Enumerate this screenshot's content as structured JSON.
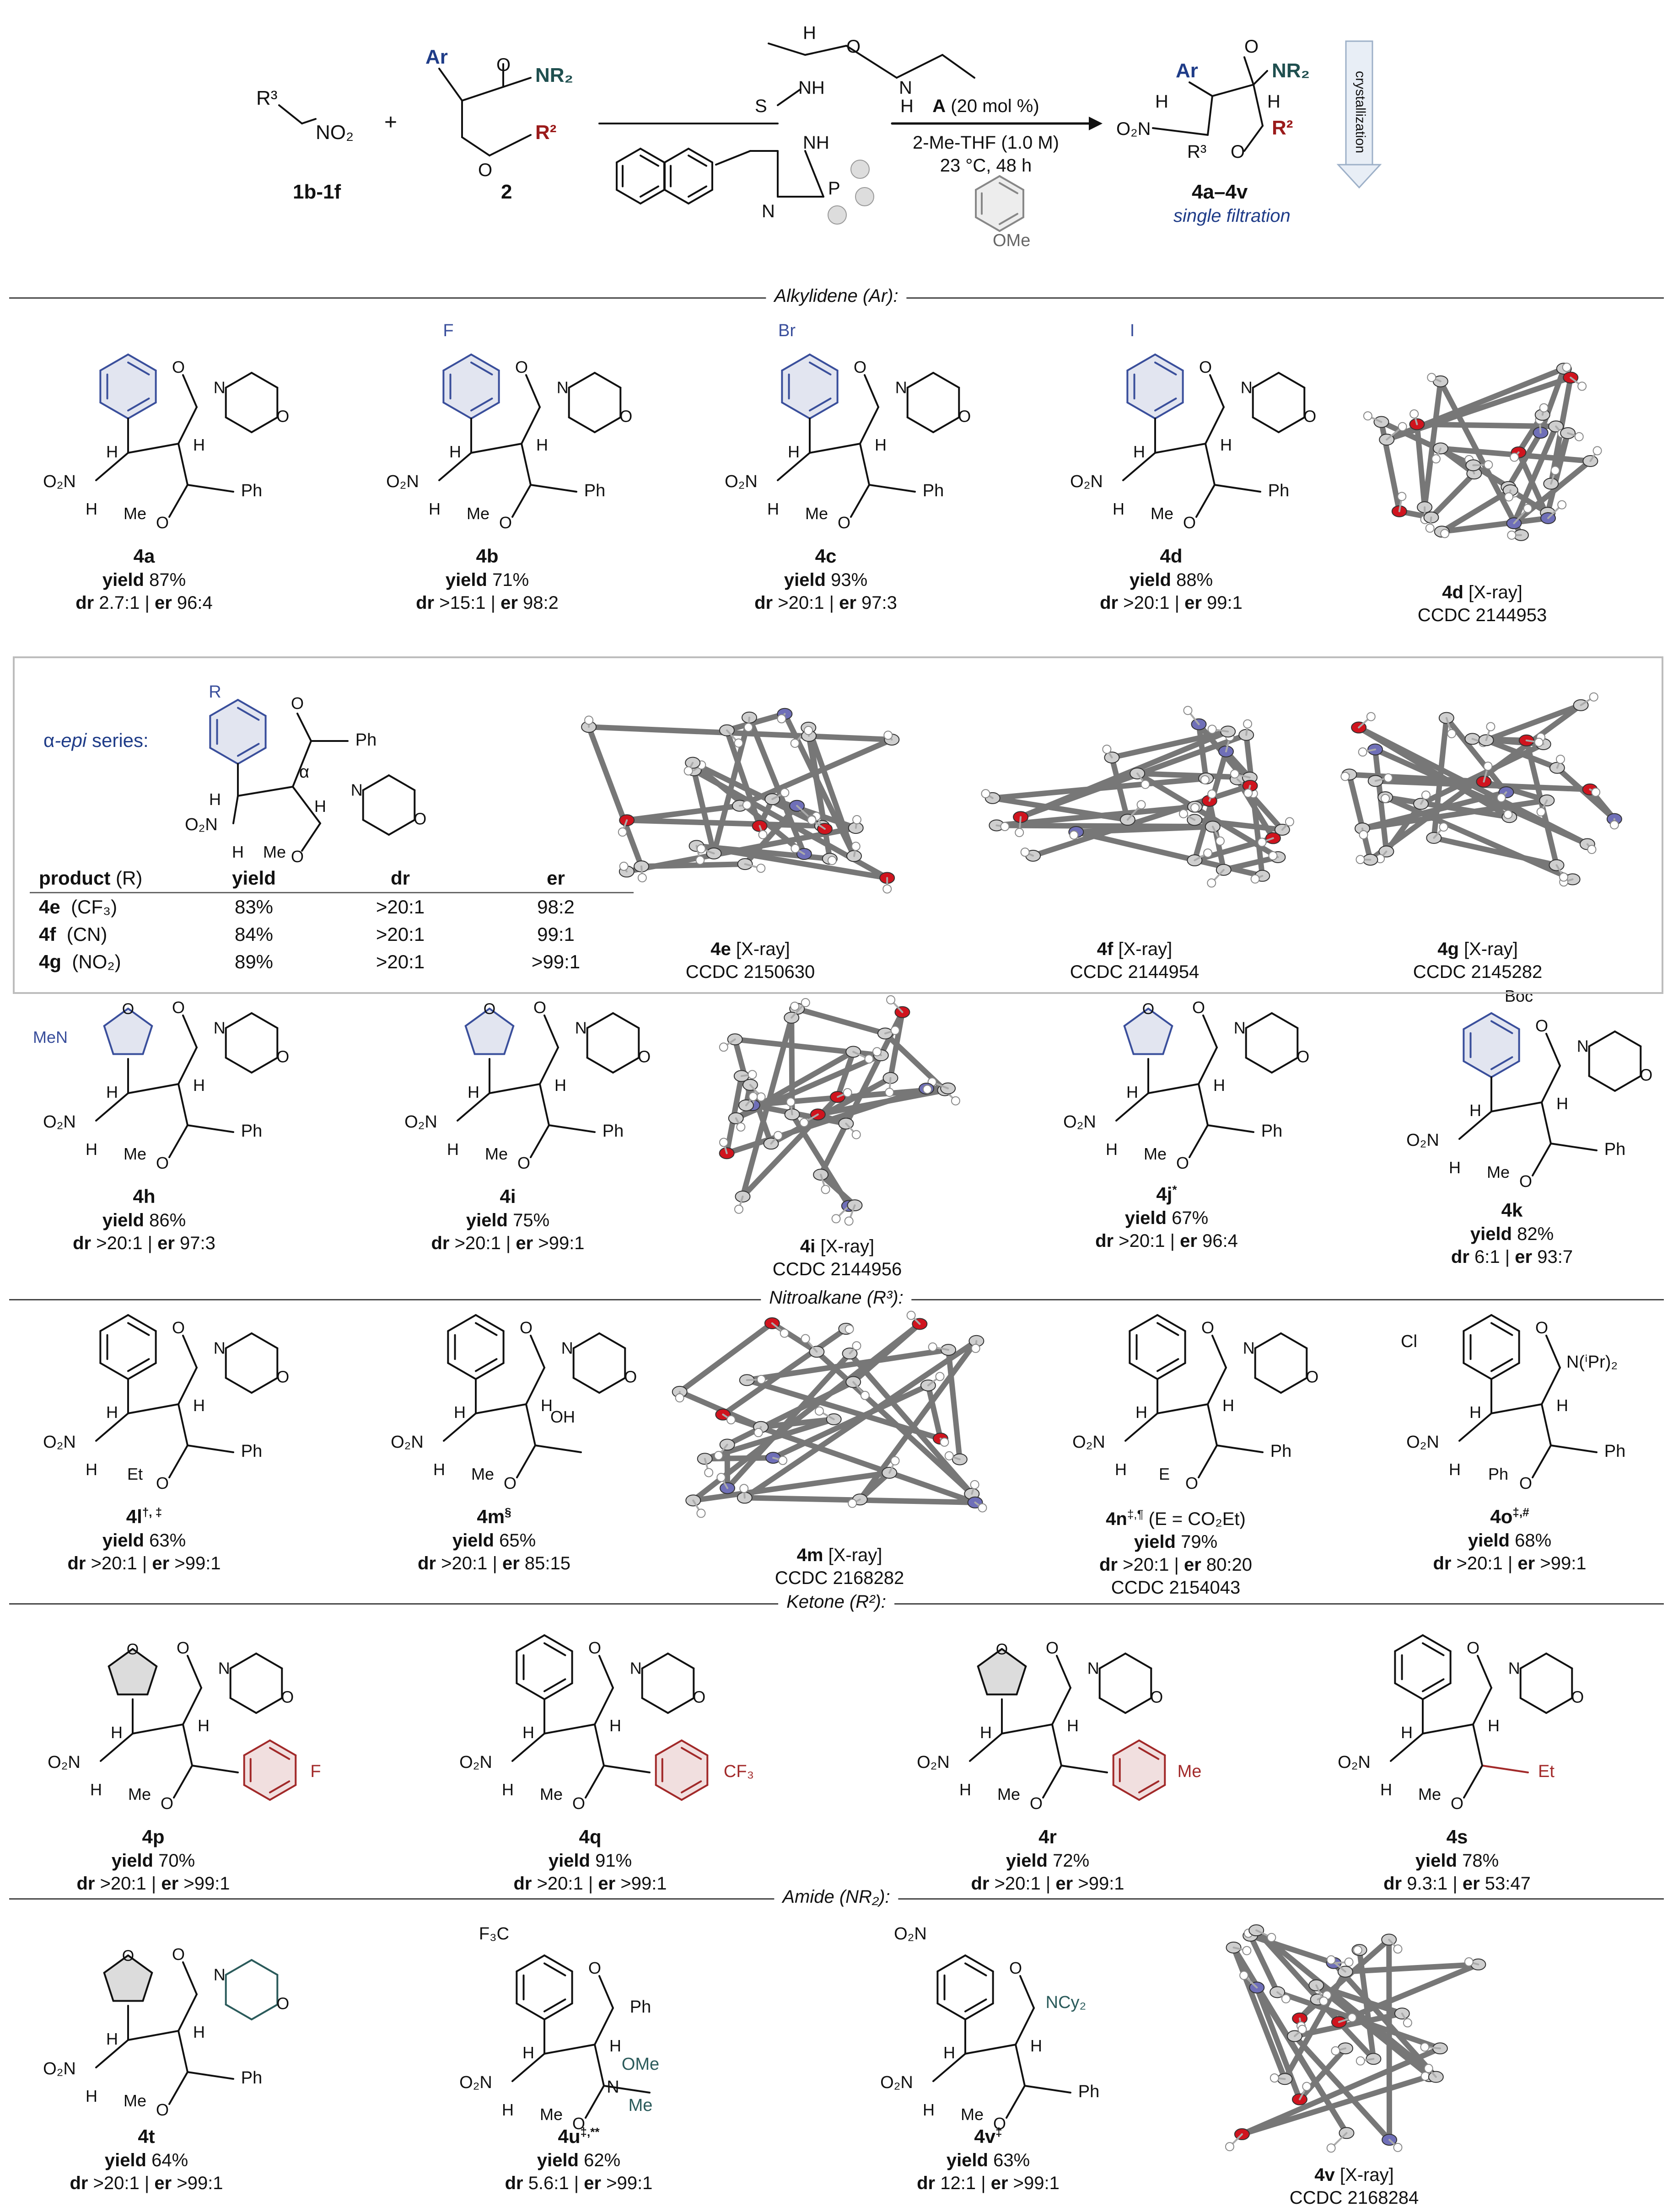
{
  "header": {
    "reagent1": {
      "line1": "R³",
      "line2": "NO₂",
      "code": "1b-1f"
    },
    "plus": "+",
    "reagent2": {
      "ar": "Ar",
      "nr2": "NR₂",
      "r2": "R²",
      "code": "2"
    },
    "catalyst_atoms": {
      "S": "S",
      "NH1": "NH",
      "NH2": "NH",
      "H": "H",
      "N": "N",
      "P": "P",
      "N2": "N",
      "H2": "H",
      "O": "O",
      "ome": "OMe"
    },
    "conditions": {
      "cat_bold": "A",
      "cat_rest": " (20 mol %)",
      "solvent": "2-Me-THF (1.0 M)",
      "temp": "23 °C, 48 h"
    },
    "product": {
      "ar": "Ar",
      "nr2": "NR₂",
      "h1": "H",
      "h2": "H",
      "no2": "O₂N",
      "r3": "R³",
      "r2": "R²",
      "code": "4a–4v",
      "note": "single filtration"
    },
    "crystallization": "crystallization"
  },
  "sections": {
    "alkylidene": "Alkylidene (Ar):",
    "nitroalkane": "Nitroalkane (R³):",
    "ketone": "Ketone (R²):",
    "amide": "Amide (NR₂):"
  },
  "struct_labels": {
    "no2": "O₂N",
    "h": "H",
    "me": "Me",
    "ph": "Ph",
    "o": "O",
    "n": "N",
    "f": "F",
    "br": "Br",
    "i": "I",
    "et": "Et",
    "oh": "OH",
    "mer": "MeN",
    "boc": "Boc",
    "cl": "Cl",
    "e": "E",
    "cf3": "CF₃",
    "f3c": "F₃C",
    "ome": "OMe",
    "ncy2": "NCy₂",
    "nipr2": "N(ⁱPr)₂",
    "r": "R",
    "alpha": "α"
  },
  "row1": [
    {
      "code": "4a",
      "yield_label": "yield",
      "yield": "87%",
      "dr_label": "dr",
      "dr": "2.7:1",
      "er_label": "er",
      "er": "96:4"
    },
    {
      "code": "4b",
      "yield_label": "yield",
      "yield": "71%",
      "dr_label": "dr",
      "dr": ">15:1",
      "er_label": "er",
      "er": "98:2"
    },
    {
      "code": "4c",
      "yield_label": "yield",
      "yield": "93%",
      "dr_label": "dr",
      "dr": ">20:1",
      "er_label": "er",
      "er": "97:3"
    },
    {
      "code": "4d",
      "yield_label": "yield",
      "yield": "88%",
      "dr_label": "dr",
      "dr": ">20:1",
      "er_label": "er",
      "er": "99:1"
    }
  ],
  "xray_4d": {
    "code": "4d",
    "tag": "[X-ray]",
    "ccdc": "CCDC 2144953"
  },
  "epi": {
    "title_greek": "α",
    "title_italic": "-epi",
    "title_rest": " series:",
    "headers": {
      "product": "product",
      "product_r": "(R)",
      "yield": "yield",
      "dr": "dr",
      "er": "er"
    },
    "rows": [
      {
        "code": "4e",
        "r": "(CF₃)",
        "yield": "83%",
        "dr": ">20:1",
        "er": "98:2"
      },
      {
        "code": "4f",
        "r": "(CN)",
        "yield": "84%",
        "dr": ">20:1",
        "er": "99:1"
      },
      {
        "code": "4g",
        "r": "(NO₂)",
        "yield": "89%",
        "dr": ">20:1",
        "er": ">99:1"
      }
    ],
    "xrays": [
      {
        "code": "4e",
        "tag": "[X-ray]",
        "ccdc": "CCDC 2150630"
      },
      {
        "code": "4f",
        "tag": "[X-ray]",
        "ccdc": "CCDC 2144954"
      },
      {
        "code": "4g",
        "tag": "[X-ray]",
        "ccdc": "CCDC 2145282"
      }
    ]
  },
  "row3": [
    {
      "code": "4h",
      "yield_label": "yield",
      "yield": "86%",
      "dr_label": "dr",
      "dr": ">20:1",
      "er_label": "er",
      "er": "97:3"
    },
    {
      "code": "4i",
      "yield_label": "yield",
      "yield": "75%",
      "dr_label": "dr",
      "dr": ">20:1",
      "er_label": "er",
      "er": ">99:1"
    },
    {
      "code": "4j",
      "sup": "*",
      "yield_label": "yield",
      "yield": "67%",
      "dr_label": "dr",
      "dr": ">20:1",
      "er_label": "er",
      "er": "96:4"
    },
    {
      "code": "4k",
      "yield_label": "yield",
      "yield": "82%",
      "dr_label": "dr",
      "dr": "6:1",
      "er_label": "er",
      "er": "93:7"
    }
  ],
  "xray_4i": {
    "code": "4i",
    "tag": "[X-ray]",
    "ccdc": "CCDC 2144956"
  },
  "row4": [
    {
      "code": "4l",
      "sup": "†, ‡",
      "yield_label": "yield",
      "yield": "63%",
      "dr_label": "dr",
      "dr": ">20:1",
      "er_label": "er",
      "er": ">99:1"
    },
    {
      "code": "4m",
      "sup": "§",
      "yield_label": "yield",
      "yield": "65%",
      "dr_label": "dr",
      "dr": ">20:1",
      "er_label": "er",
      "er": "85:15"
    },
    {
      "code": "4n",
      "sup": "‡,¶",
      "note": "(E = CO₂Et)",
      "yield_label": "yield",
      "yield": "79%",
      "dr_label": "dr",
      "dr": ">20:1",
      "er_label": "er",
      "er": "80:20",
      "ccdc": "CCDC 2154043"
    },
    {
      "code": "4o",
      "sup": "‡,#",
      "yield_label": "yield",
      "yield": "68%",
      "dr_label": "dr",
      "dr": ">20:1",
      "er_label": "er",
      "er": ">99:1"
    }
  ],
  "xray_4m": {
    "code": "4m",
    "tag": "[X-ray]",
    "ccdc": "CCDC 2168282"
  },
  "row5": [
    {
      "code": "4p",
      "yield_label": "yield",
      "yield": "70%",
      "dr_label": "dr",
      "dr": ">20:1",
      "er_label": "er",
      "er": ">99:1"
    },
    {
      "code": "4q",
      "yield_label": "yield",
      "yield": "91%",
      "dr_label": "dr",
      "dr": ">20:1",
      "er_label": "er",
      "er": ">99:1"
    },
    {
      "code": "4r",
      "yield_label": "yield",
      "yield": "72%",
      "dr_label": "dr",
      "dr": ">20:1",
      "er_label": "er",
      "er": ">99:1"
    },
    {
      "code": "4s",
      "yield_label": "yield",
      "yield": "78%",
      "dr_label": "dr",
      "dr": "9.3:1",
      "er_label": "er",
      "er": "53:47"
    }
  ],
  "row6": [
    {
      "code": "4t",
      "yield_label": "yield",
      "yield": "64%",
      "dr_label": "dr",
      "dr": ">20:1",
      "er_label": "er",
      "er": ">99:1"
    },
    {
      "code": "4u",
      "sup": "‡,**",
      "yield_label": "yield",
      "yield": "62%",
      "dr_label": "dr",
      "dr": "5.6:1",
      "er_label": "er",
      "er": ">99:1"
    },
    {
      "code": "4v",
      "sup": "‡",
      "yield_label": "yield",
      "yield": "63%",
      "dr_label": "dr",
      "dr": "12:1",
      "er_label": "er",
      "er": ">99:1"
    }
  ],
  "xray_4v": {
    "code": "4v",
    "tag": "[X-ray]",
    "ccdc": "CCDC 2168284"
  },
  "colors": {
    "aryl_blue": "#3a4f9c",
    "ketone_red": "#a22a2a",
    "amide_teal": "#2b5b5b",
    "xray_gray": "#777777",
    "oxygen": "#d0141e",
    "nitrogen": "#6f6fb8",
    "fluorine": "#c9d320",
    "iodine": "#7a1f7a"
  }
}
